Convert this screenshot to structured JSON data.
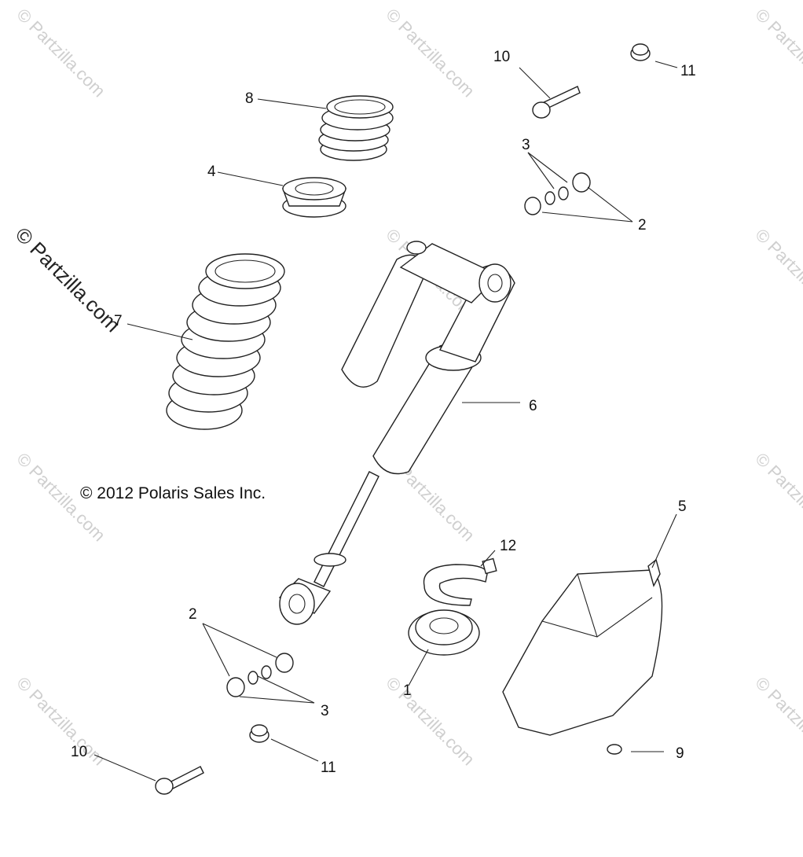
{
  "watermark": {
    "text": "© Partzilla.com",
    "prominent_text": "© Partzilla.com"
  },
  "copyright": "© 2012 Polaris Sales Inc.",
  "callouts": [
    "1",
    "2",
    "3",
    "4",
    "5",
    "6",
    "7",
    "8",
    "9",
    "10",
    "11",
    "12",
    "2",
    "3",
    "10",
    "11"
  ],
  "parts": [
    {
      "id": "1",
      "name": "spring-seat-lower"
    },
    {
      "id": "2",
      "name": "bushing"
    },
    {
      "id": "3",
      "name": "washer"
    },
    {
      "id": "4",
      "name": "spring-retainer"
    },
    {
      "id": "5",
      "name": "shock-guard"
    },
    {
      "id": "6",
      "name": "shock-absorber"
    },
    {
      "id": "7",
      "name": "main-spring"
    },
    {
      "id": "8",
      "name": "tender-spring"
    },
    {
      "id": "9",
      "name": "screw"
    },
    {
      "id": "10",
      "name": "bolt"
    },
    {
      "id": "11",
      "name": "nut"
    },
    {
      "id": "12",
      "name": "clip"
    }
  ]
}
